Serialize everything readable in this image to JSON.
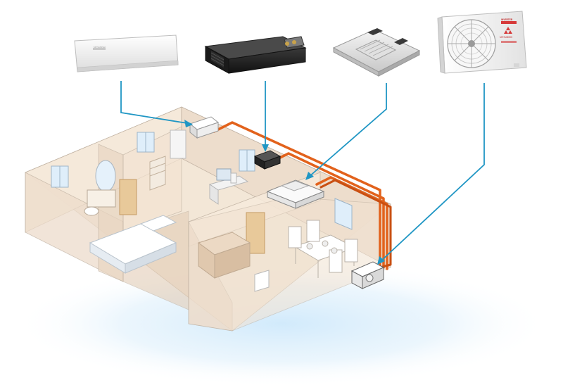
{
  "colors": {
    "pipe": "#e2621c",
    "pipe_dark": "#c94f12",
    "connector": "#1f96c4",
    "wall_light": "#f6eadb",
    "wall_mid": "#eddccb",
    "wall_dark": "#dcc7b1",
    "floor": "#f2e3d1",
    "outline": "#bfb0a0",
    "glow": "#d4ecfb"
  },
  "products": {
    "wall_unit": {
      "brand_text": "MITSUBISHI"
    },
    "outdoor_unit": {
      "brand_text": "MITSUBISHI",
      "tag_text": "INVERTER"
    }
  }
}
